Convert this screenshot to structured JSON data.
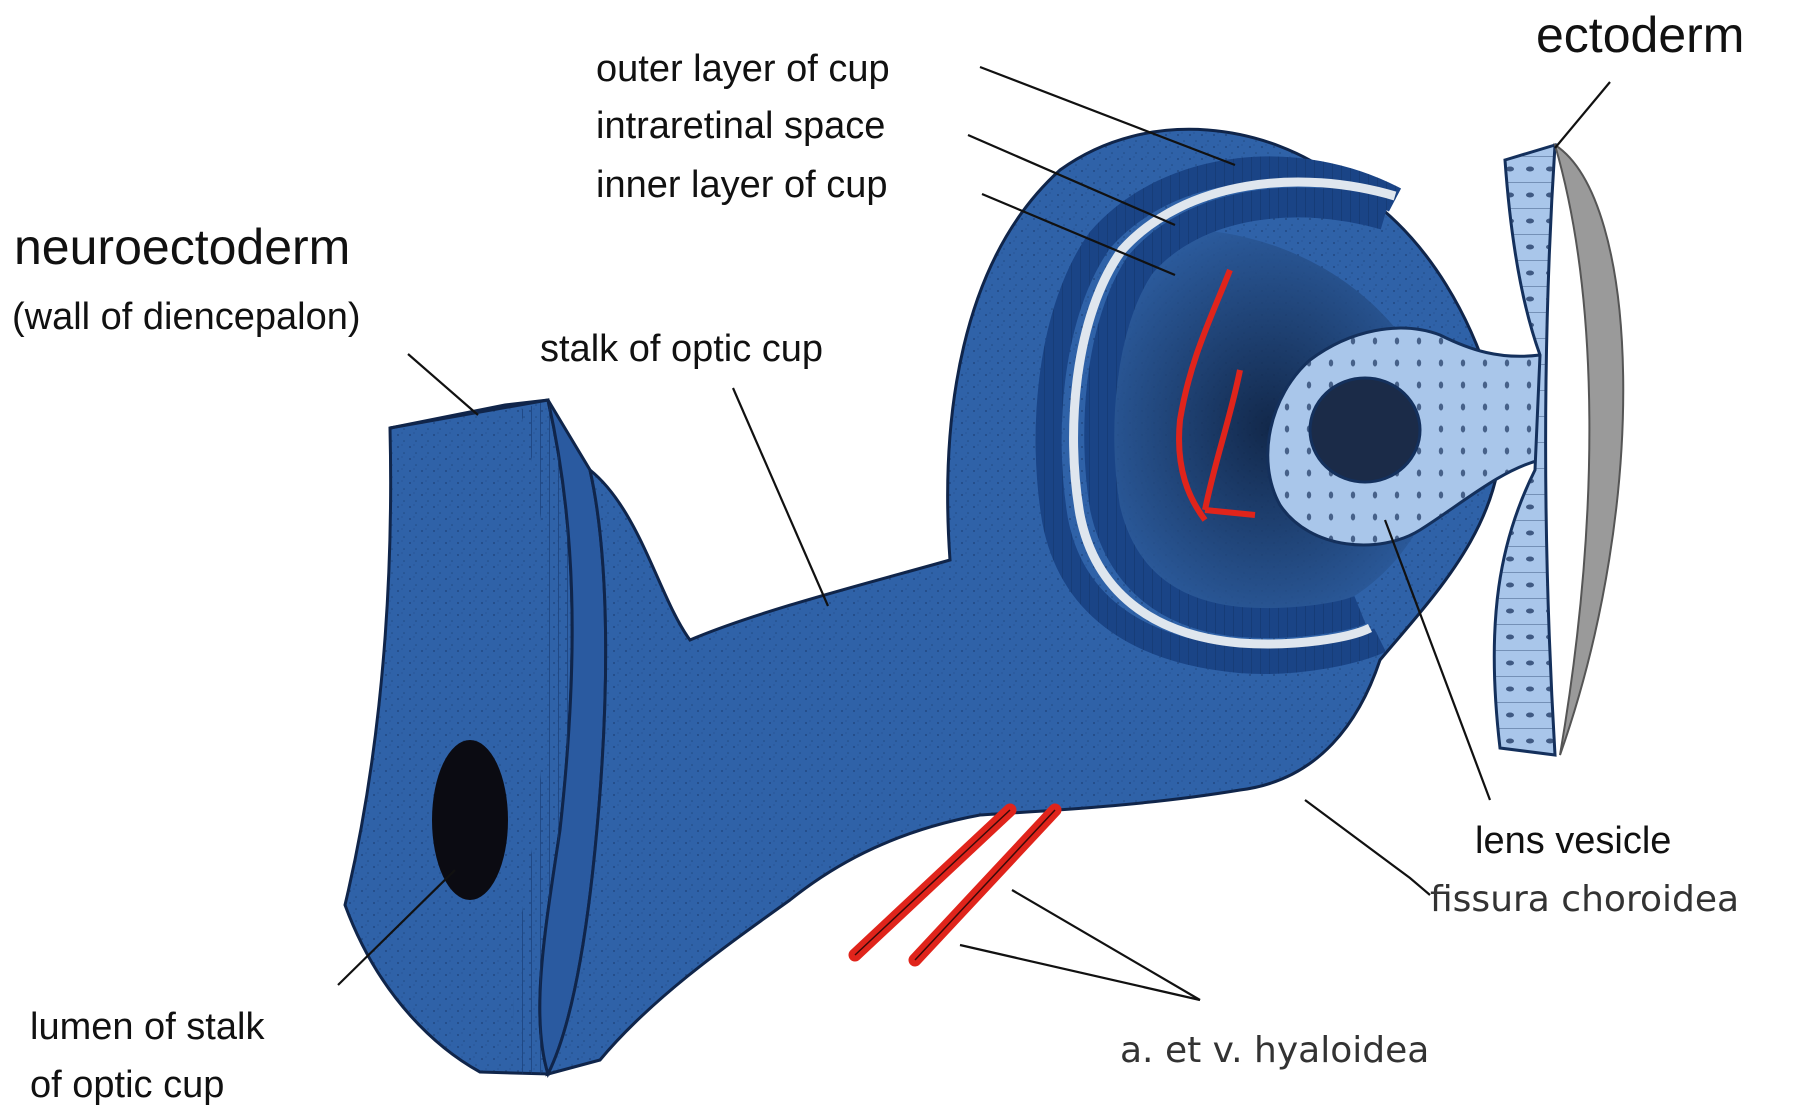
{
  "labels": {
    "neuroectoderm": "neuroectoderm",
    "wall_of_diencephalon": "(wall of diencepalon)",
    "ectoderm": "ectoderm",
    "outer_layer": "outer layer of cup",
    "intraretinal_space": "intraretinal space",
    "inner_layer": "inner layer of cup",
    "stalk": "stalk of optic cup",
    "lens_vesicle": "lens vesicle",
    "fissura_choroidea": "fissura choroidea",
    "hyaloidea": "a. et v. hyaloidea",
    "lumen_line1": "lumen of stalk",
    "lumen_line2": "of optic cup"
  },
  "colors": {
    "tissue_blue": "#2f62a8",
    "tissue_dark": "#1d4580",
    "lens_light_blue": "#a9c6ea",
    "vessel_red": "#e0241b",
    "lumen_black": "#0b0b12",
    "ectoderm_grey": "#9a9a9a"
  }
}
